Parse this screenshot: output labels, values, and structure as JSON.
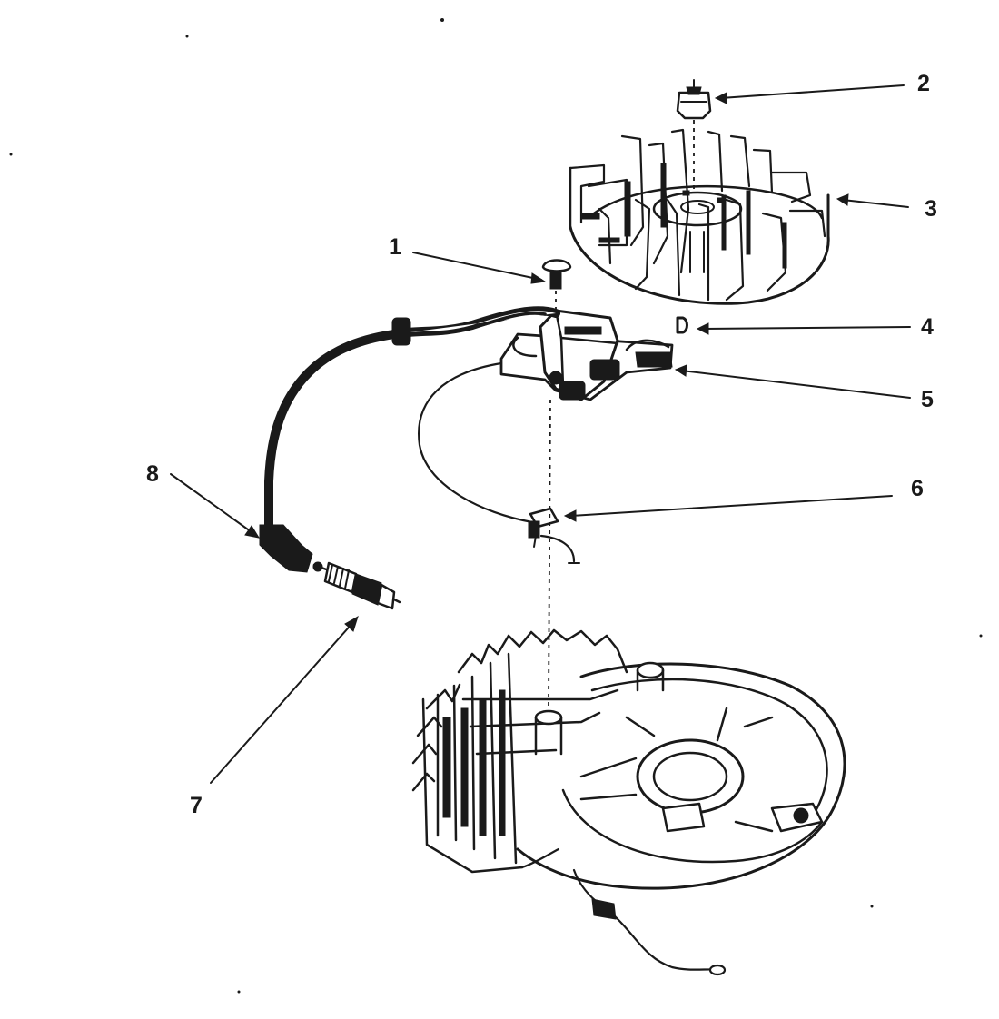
{
  "callouts": [
    {
      "id": "1",
      "label": "1"
    },
    {
      "id": "2",
      "label": "2"
    },
    {
      "id": "3",
      "label": "3"
    },
    {
      "id": "4",
      "label": "4"
    },
    {
      "id": "5",
      "label": "5"
    },
    {
      "id": "6",
      "label": "6"
    },
    {
      "id": "7",
      "label": "7"
    },
    {
      "id": "8",
      "label": "8"
    }
  ],
  "colors": {
    "ink": "#1a1a1a",
    "paper": "#ffffff"
  }
}
